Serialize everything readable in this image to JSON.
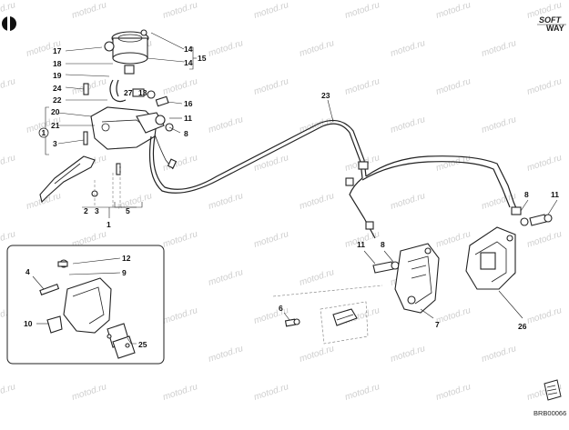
{
  "diagram": {
    "brand_logo": {
      "top": "SOFT",
      "bottom": "WAY"
    },
    "watermark": "motod.ru",
    "drawing_code": "BRB00066",
    "fwd_icon": "front-direction-icon",
    "labels": {
      "l1": "1",
      "l2": "2",
      "l3": "3",
      "l3b": "3",
      "l4": "4",
      "l5": "5",
      "l6": "6",
      "l7": "7",
      "l8": "8",
      "l8b": "8",
      "l8c": "8",
      "l9": "9",
      "l10": "10",
      "l11": "11",
      "l11b": "11",
      "l11c": "11",
      "l12": "12",
      "l13": "13",
      "l14": "14",
      "l14b": "14",
      "l15": "15",
      "l16": "16",
      "l17": "17",
      "l18": "18",
      "l19": "19",
      "l20": "20",
      "l21": "21",
      "l22": "22",
      "l23": "23",
      "l24": "24",
      "l25": "25",
      "l26": "26",
      "l27": "27",
      "lcircle": "1"
    }
  }
}
